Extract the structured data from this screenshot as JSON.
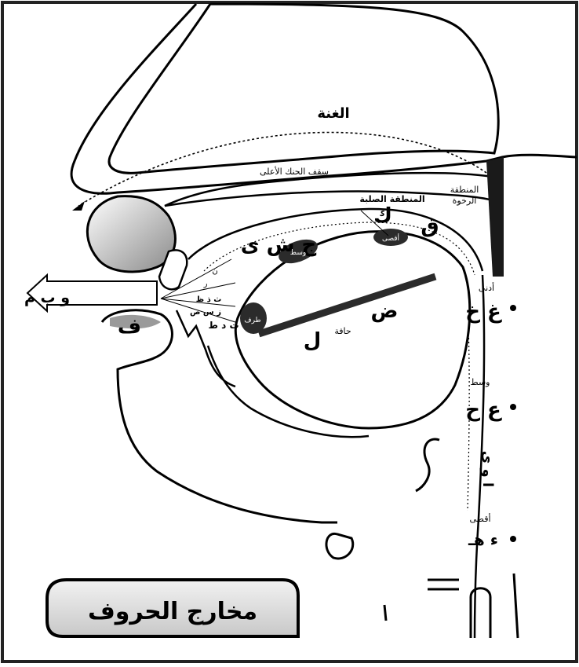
{
  "title": "مخارج الحروف",
  "labels": {
    "ghunna": "الغنة",
    "hard_palate": "سقف الحنك الأعلى",
    "hard_zone": "المنطقة الصلبة",
    "soft_zone_1": "المنطقة",
    "soft_zone_2": "الرخوة",
    "adna": "أدنى",
    "wasat": "وسط",
    "aqsa": "أقصى",
    "hafa": "حافة",
    "taraf": "طرف",
    "wasat_tongue": "وسط",
    "aqsa_tongue": "أقصى"
  },
  "letters": {
    "waw_ba_mim": "و ب م",
    "fa": "ف",
    "jim_shin_ya": "ج ش ى",
    "kaf": "ك",
    "qaf": "ق",
    "dad": "ض",
    "lam": "ل",
    "ra": "ر",
    "nun": "ن",
    "ta_dal_tta": "ت د ط",
    "za_sin_sad": "ز س ص",
    "tha_dhal_za": "ث ذ ظ",
    "ghain_kha": "غ خ",
    "ain_ha": "ع ح",
    "alif_waw_ya": "ا و ى",
    "hamza_ha": "ء هـ"
  },
  "colors": {
    "ink": "#000000",
    "shade": "#2b2b2b",
    "banner_fill": "#d9d9d9",
    "frame": "#222222"
  }
}
